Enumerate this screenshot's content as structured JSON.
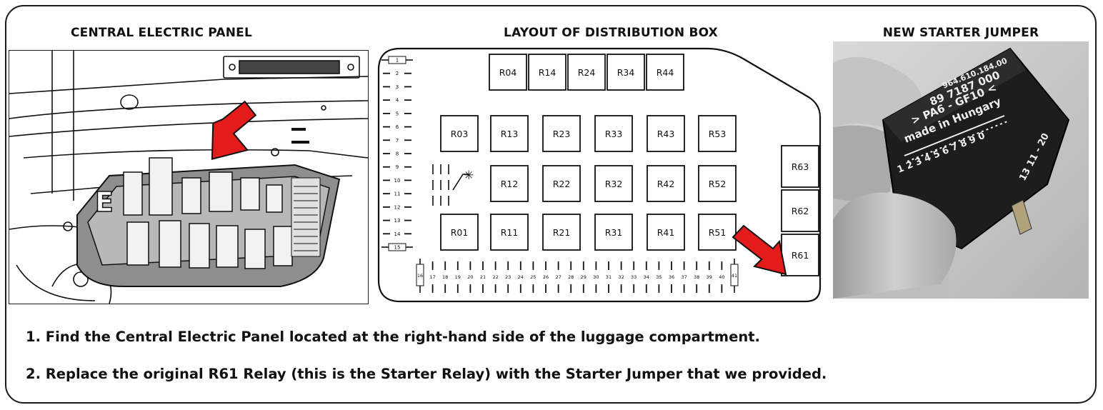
{
  "headings": {
    "central_panel": "CENTRAL ELECTRIC PANEL",
    "distribution_layout": "LAYOUT OF DISTRIBUTION BOX",
    "starter_jumper": "NEW STARTER JUMPER"
  },
  "distribution_box": {
    "relay_rows": [
      [
        "R04",
        "R14",
        "R24",
        "R34",
        "R44"
      ],
      [
        "R03",
        "R13",
        "R23",
        "R33",
        "R43",
        "R53"
      ],
      [
        "R12",
        "R22",
        "R32",
        "R42",
        "R52"
      ],
      [
        "R01",
        "R11",
        "R21",
        "R31",
        "R41",
        "R51"
      ]
    ],
    "right_relays": [
      "R63",
      "R62",
      "R61"
    ],
    "fuses_left": [
      "1",
      "2",
      "3",
      "4",
      "5",
      "6",
      "7",
      "8",
      "9",
      "10",
      "11",
      "12",
      "13",
      "14",
      "15"
    ],
    "fuses_bottom": [
      "16",
      "17",
      "18",
      "19",
      "20",
      "21",
      "22",
      "23",
      "24",
      "25",
      "26",
      "27",
      "28",
      "29",
      "30",
      "31",
      "32",
      "33",
      "34",
      "35",
      "36",
      "37",
      "38",
      "39",
      "40",
      "41"
    ],
    "diode_symbol": "✳",
    "highlighted_relay": "R61"
  },
  "jumper_label": {
    "line1": "964.610.184.00",
    "line2": "89 7187 000",
    "line3": "> PA6 - GF10 <",
    "line4": "made in Hungary",
    "line5": "1 2 3 4 5 6 7 8 9 0",
    "side": "13 11 - 20"
  },
  "instructions": [
    "1. Find the Central Electric Panel located at the right-hand side of the luggage compartment.",
    "2. Replace the original R61 Relay (this is the Starter Relay) with the Starter Jumper that we provided."
  ],
  "colors": {
    "arrow": "#e31b1b",
    "frame": "#1a1a1a",
    "fuse_box_body": "#8e8e8e"
  }
}
